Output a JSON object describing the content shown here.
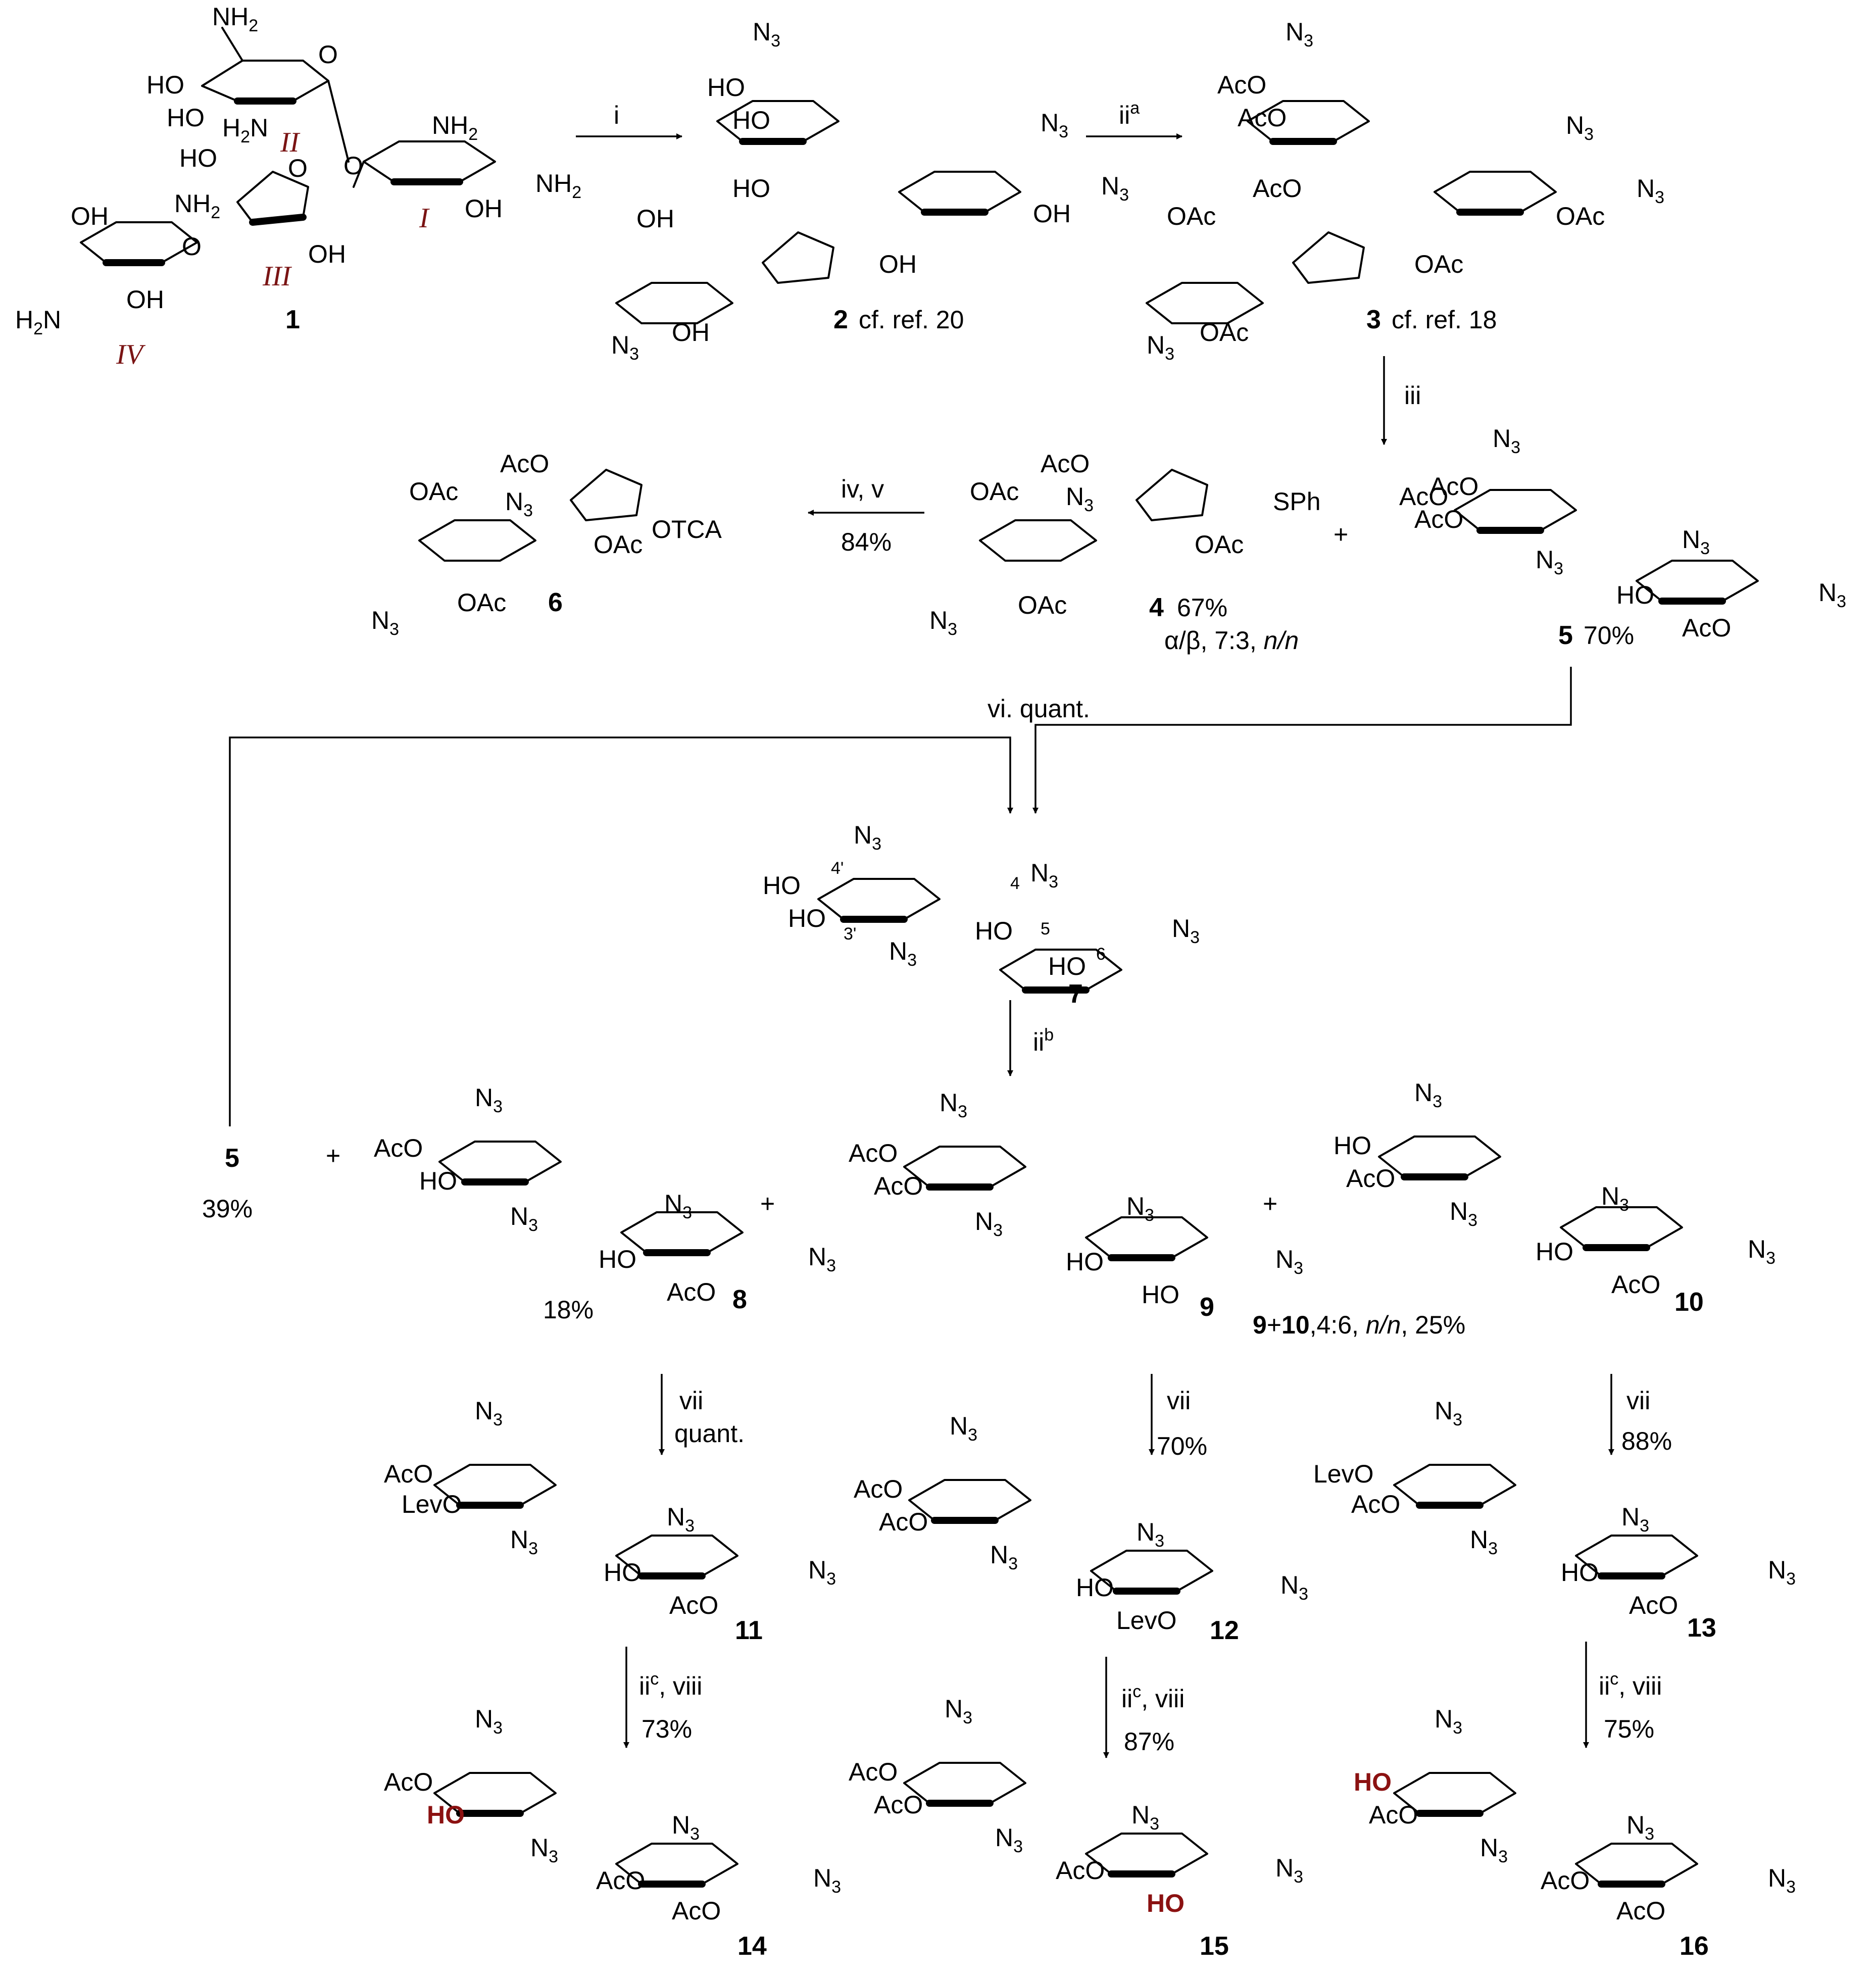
{
  "colors": {
    "ink": "#000000",
    "ring_label": "#7a1414",
    "highlight": "#8b1111"
  },
  "ring_labels": [
    "I",
    "II",
    "III",
    "IV"
  ],
  "compound_labels": {
    "c1": "1",
    "c2": "2",
    "c3": "3",
    "c4": "4",
    "c5": "5",
    "c6": "6",
    "c7": "7",
    "c8": "8",
    "c9": "9",
    "c10": "10",
    "c11": "11",
    "c12": "12",
    "c13": "13",
    "c14": "14",
    "c15": "15",
    "c16": "16",
    "c5b": "5"
  },
  "refs": {
    "c2": "cf. ref. 20",
    "c3": "cf. ref. 18"
  },
  "reagents": {
    "i": "i",
    "ii_a": "ii",
    "a": "a",
    "iii": "iii",
    "iv_v": "iv, v",
    "vi": "vi. quant.",
    "ii_b": "ii",
    "b": "b",
    "vii": "vii",
    "quant": "quant.",
    "ii_c": "ii",
    "c": "c",
    "viii": ", viii"
  },
  "yields": {
    "c4": "67%",
    "c4_ratio": "α/β, 7:3, ",
    "nn": "n/n",
    "c5": "70%",
    "c6": "84%",
    "c5b": "39%",
    "c8": "18%",
    "mix_a": "9",
    "mix_b": "+",
    "mix_c": "10",
    "mix_d": ",4:6, ",
    "mix_e": ", 25%",
    "c11": "70%",
    "c13": "88%",
    "c14": "73%",
    "c15": "87%",
    "c16": "75%"
  },
  "groups": {
    "NH2": "NH",
    "N3": "N",
    "two": "2",
    "three": "3",
    "HO": "HO",
    "OH": "OH",
    "AcO": "AcO",
    "OAc": "OAc",
    "LevO": "LevO",
    "H2N": "H",
    "O": "O",
    "SPh": "SPh",
    "OTCA": "OTCA",
    "plus": "+",
    "pos4p": "4'",
    "pos3p": "3'",
    "pos4": "4",
    "pos5": "5",
    "pos6": "6"
  }
}
